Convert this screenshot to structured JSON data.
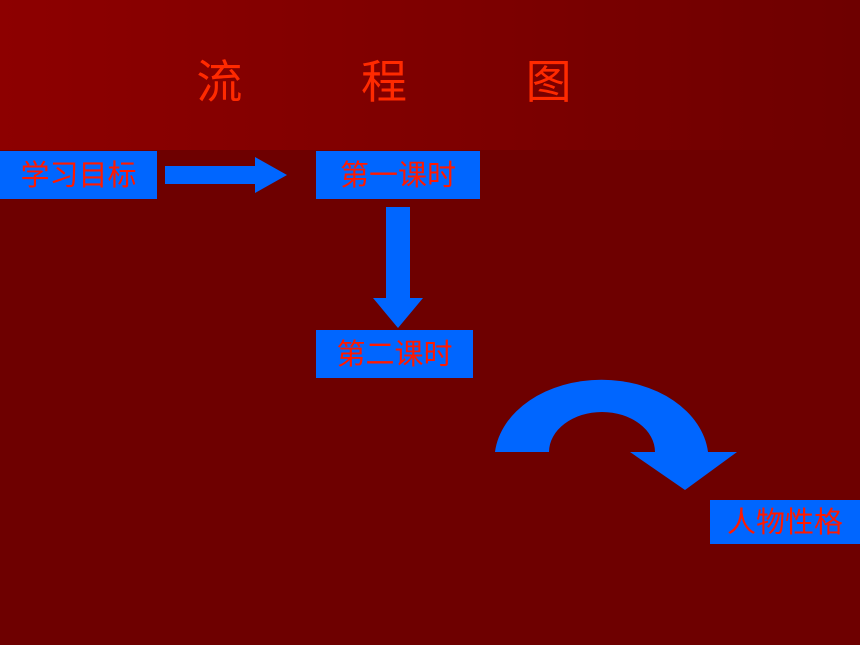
{
  "title": "流 程 图",
  "nodes": {
    "goal": "学习目标",
    "lesson1": "第一课时",
    "lesson2": "第二课时",
    "character": "人物性格"
  },
  "colors": {
    "background": "#6e0000",
    "box_fill": "#0066ff",
    "text": "#ff1a00",
    "arrow": "#0066ff"
  }
}
